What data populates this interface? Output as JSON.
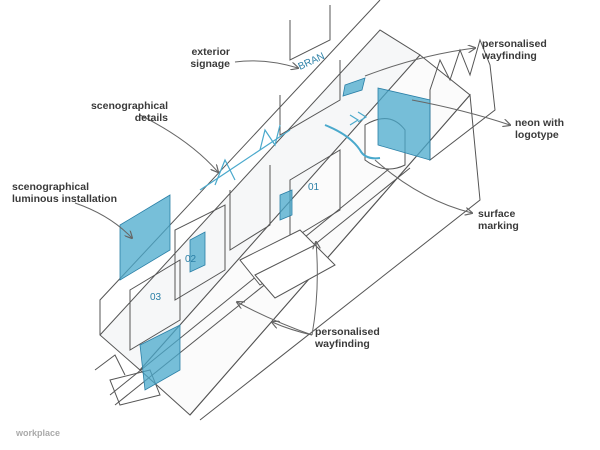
{
  "labels": {
    "exterior_signage": [
      "exterior",
      "signage"
    ],
    "wayfinding_top": [
      "personalised",
      "wayfinding"
    ],
    "scenographical_details": [
      "scenographical",
      "details"
    ],
    "neon_logotype": [
      "neon with",
      "logotype"
    ],
    "luminous_installation": [
      "scenographical",
      "luminous installation"
    ],
    "surface_marking": [
      "surface",
      "marking"
    ],
    "wayfinding_bottom": [
      "personalised",
      "wayfinding"
    ]
  },
  "room_numbers": [
    "01",
    "02",
    "03"
  ],
  "sign_text": "BRAN",
  "watermark": "workplace",
  "colors": {
    "accent": "#4aa9cc",
    "line": "#555555",
    "label": "#3a3a3a"
  }
}
